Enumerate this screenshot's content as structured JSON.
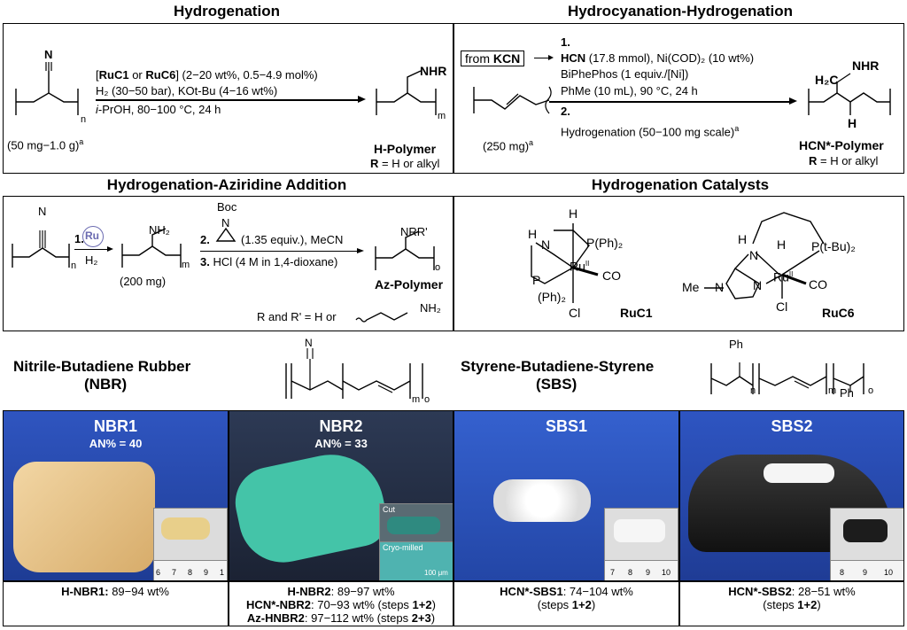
{
  "hydrogenation": {
    "title": "Hydrogenation",
    "cn": "N",
    "n": "n",
    "amount": "(50 mg−1.0 g)",
    "sup_a": "a",
    "cond1_open": "[",
    "ruc1": "RuC1",
    "or": " or ",
    "ruc6": "RuC6",
    "cond1_rest": "] (2−20 wt%, 0.5−4.9 mol%)",
    "cond2": "H₂ (30−50 bar), KOt-Bu (4−16 wt%)",
    "cond3_ipr": "i",
    "cond3": "-PrOH, 80−100 °C, 24 h",
    "nhr": "NHR",
    "m": "m",
    "product": "H-Polymer",
    "r_label": "R",
    "r_text": " = H or alkyl"
  },
  "hydrocyanation": {
    "title": "Hydrocyanation-Hydrogenation",
    "from": "from ",
    "kcn": "KCN",
    "step1": "1.",
    "hcn": "HCN",
    "hcn_rest": " (17.8 mmol), Ni(COD)₂ (10 wt%)",
    "biphephos": "BiPhePhos (1 equiv./[Ni])",
    "phme": "PhMe (10 mL), 90 °C, 24 h",
    "step2": "2.",
    "hydrog": "Hydrogenation (50−100 mg scale)",
    "sup_a": "a",
    "amount": "(250 mg)",
    "h2c": "H₂C",
    "nhr": "NHR",
    "h": "H",
    "product": "HCN*-Polymer",
    "r_label": "R",
    "r_text": " = H or alkyl"
  },
  "aziridine": {
    "title": "Hydrogenation-Aziridine Addition",
    "cn": "N",
    "n": "n",
    "step1": "1.",
    "ru": "Ru",
    "h2": "H₂",
    "nh2": "NH₂",
    "m": "m",
    "amount": "(200 mg)",
    "boc": "Boc",
    "azN": "N",
    "step2": "2.",
    "equiv": "(1.35 equiv.), MeCN",
    "step3": "3.",
    "hcl": "HCl (4 M in 1,4-dioxane)",
    "nrr": "NRR'",
    "o": "o",
    "product": "Az-Polymer",
    "rr_text": "R and R' = H or",
    "rr_nh2": "NH₂"
  },
  "catalysts": {
    "title": "Hydrogenation Catalysts",
    "ruc1": {
      "h_top": "H",
      "h_n": "H",
      "n": "N",
      "pph2_top": "P(Ph)₂",
      "ru": "Ru",
      "ox": "II",
      "p": "P",
      "ph2": "(Ph)₂",
      "co": "CO",
      "cl": "Cl",
      "label": "RuC1"
    },
    "ruc6": {
      "h_n": "H",
      "n": "N",
      "ptbu": "P(t-Bu)₂",
      "h": "H",
      "ru": "Ru",
      "ox": "II",
      "me": "Me",
      "n2": "N",
      "n3": "N",
      "co": "CO",
      "cl": "Cl",
      "label": "RuC6"
    }
  },
  "nbr": {
    "title1": "Nitrile-Butadiene Rubber",
    "title2": "(NBR)",
    "cn": "N",
    "m": "m",
    "o": "o"
  },
  "sbs": {
    "title1": "Styrene-Butadiene-Styrene",
    "title2": "(SBS)",
    "ph_top": "Ph",
    "n": "n",
    "m": "m",
    "ph_bot": "Ph",
    "o": "o"
  },
  "samples": [
    {
      "name": "NBR1",
      "an": "AN% = 40",
      "ruler": [
        "6",
        "7",
        "8",
        "9",
        "1"
      ],
      "colors": {
        "bg": "#2747a8",
        "obj": "#e6c68e"
      }
    },
    {
      "name": "NBR2",
      "an": "AN% = 33",
      "cut": "Cut",
      "cryo": "Cryo-milled",
      "scale": "100 μm",
      "colors": {
        "bg": "#26334a",
        "obj": "#3fbfa4"
      }
    },
    {
      "name": "SBS1",
      "ruler": [
        "7",
        "8",
        "9",
        "10"
      ],
      "colors": {
        "bg": "#2a4fb5",
        "obj": "#f2f2f2"
      }
    },
    {
      "name": "SBS2",
      "ruler": [
        "8",
        "9",
        "10"
      ],
      "colors": {
        "bg": "#2443a0",
        "obj": "#1e1e1e"
      }
    }
  ],
  "captions": {
    "c1": {
      "a": "H-NBR1:",
      "b": " 89−94 wt%"
    },
    "c2": {
      "l1a": "H-NBR2",
      "l1b": ": 89−97 wt%",
      "l2a": "HCN*-NBR2",
      "l2b": ": 70−93 wt% (steps ",
      "l2c": "1+2",
      "l2d": ")",
      "l3a": "Az-HNBR2",
      "l3b": ": 97−112 wt% (steps ",
      "l3c": "2+3",
      "l3d": ")"
    },
    "c3": {
      "a": "HCN*-SBS1",
      "b": ": 74−104 wt%",
      "c": "(steps ",
      "d": "1+2",
      "e": ")"
    },
    "c4": {
      "a": "HCN*-SBS2",
      "b": ": 28−51 wt%",
      "c": "(steps ",
      "d": "1+2",
      "e": ")"
    }
  }
}
